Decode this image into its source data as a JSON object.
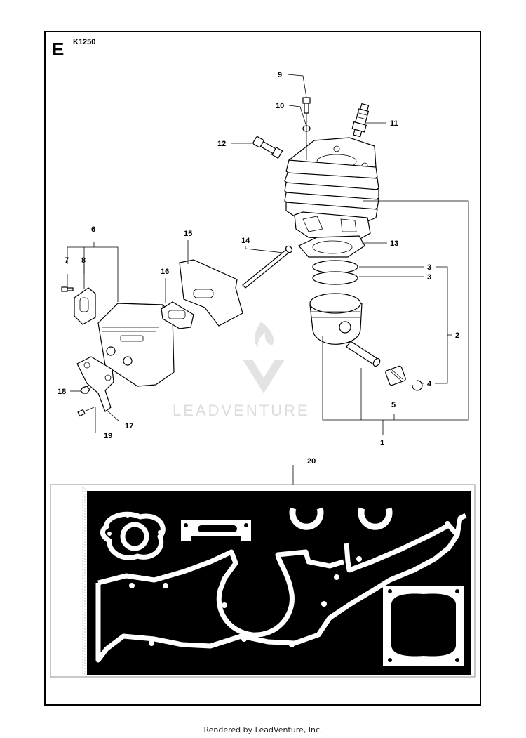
{
  "diagram": {
    "section_letter": "E",
    "model_code": "K1250",
    "callouts": {
      "c1": "1",
      "c2": "2",
      "c3a": "3",
      "c3b": "3",
      "c4": "4",
      "c5": "5",
      "c6": "6",
      "c7": "7",
      "c8": "8",
      "c9": "9",
      "c10": "10",
      "c11": "11",
      "c12": "12",
      "c13": "13",
      "c14": "14",
      "c15": "15",
      "c16": "16",
      "c17": "17",
      "c18": "18",
      "c19": "19",
      "c20": "20"
    },
    "watermark": "LEADVENTURE"
  },
  "footer": {
    "text": "Rendered by LeadVenture, Inc."
  }
}
